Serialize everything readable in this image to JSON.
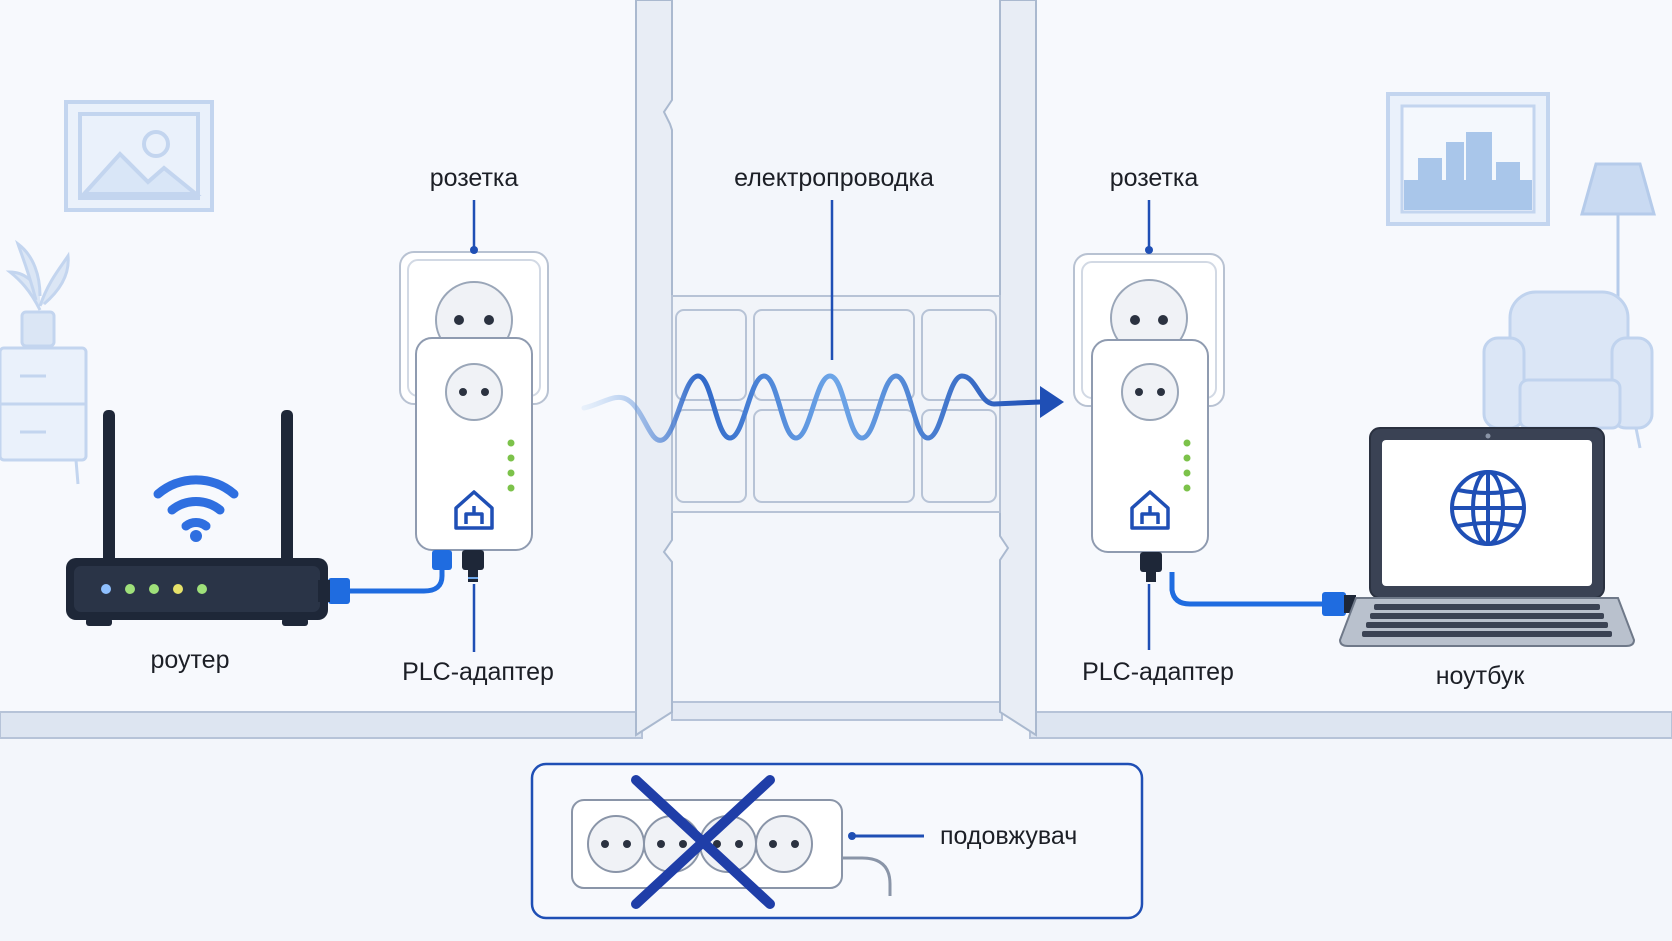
{
  "labels": {
    "socket_left": "розетка",
    "socket_right": "розетка",
    "wiring": "електропроводка",
    "router": "роутер",
    "plc_left": "PLC-адаптер",
    "plc_right": "PLC-адаптер",
    "laptop": "ноутбук",
    "extension": "подовжувач"
  },
  "icons": {
    "router_wifi": "wifi-icon",
    "plc_home": "home-network-icon",
    "laptop_screen": "globe-icon",
    "extension_cross": "cross-icon",
    "signal_arrow": "arrow-right-icon"
  },
  "colors": {
    "accent": "#1f4fb5",
    "wave_light": "#6ea6e8",
    "decor": "#c8d8f0",
    "dark": "#1e2738",
    "led_green": "#7cc24a"
  }
}
